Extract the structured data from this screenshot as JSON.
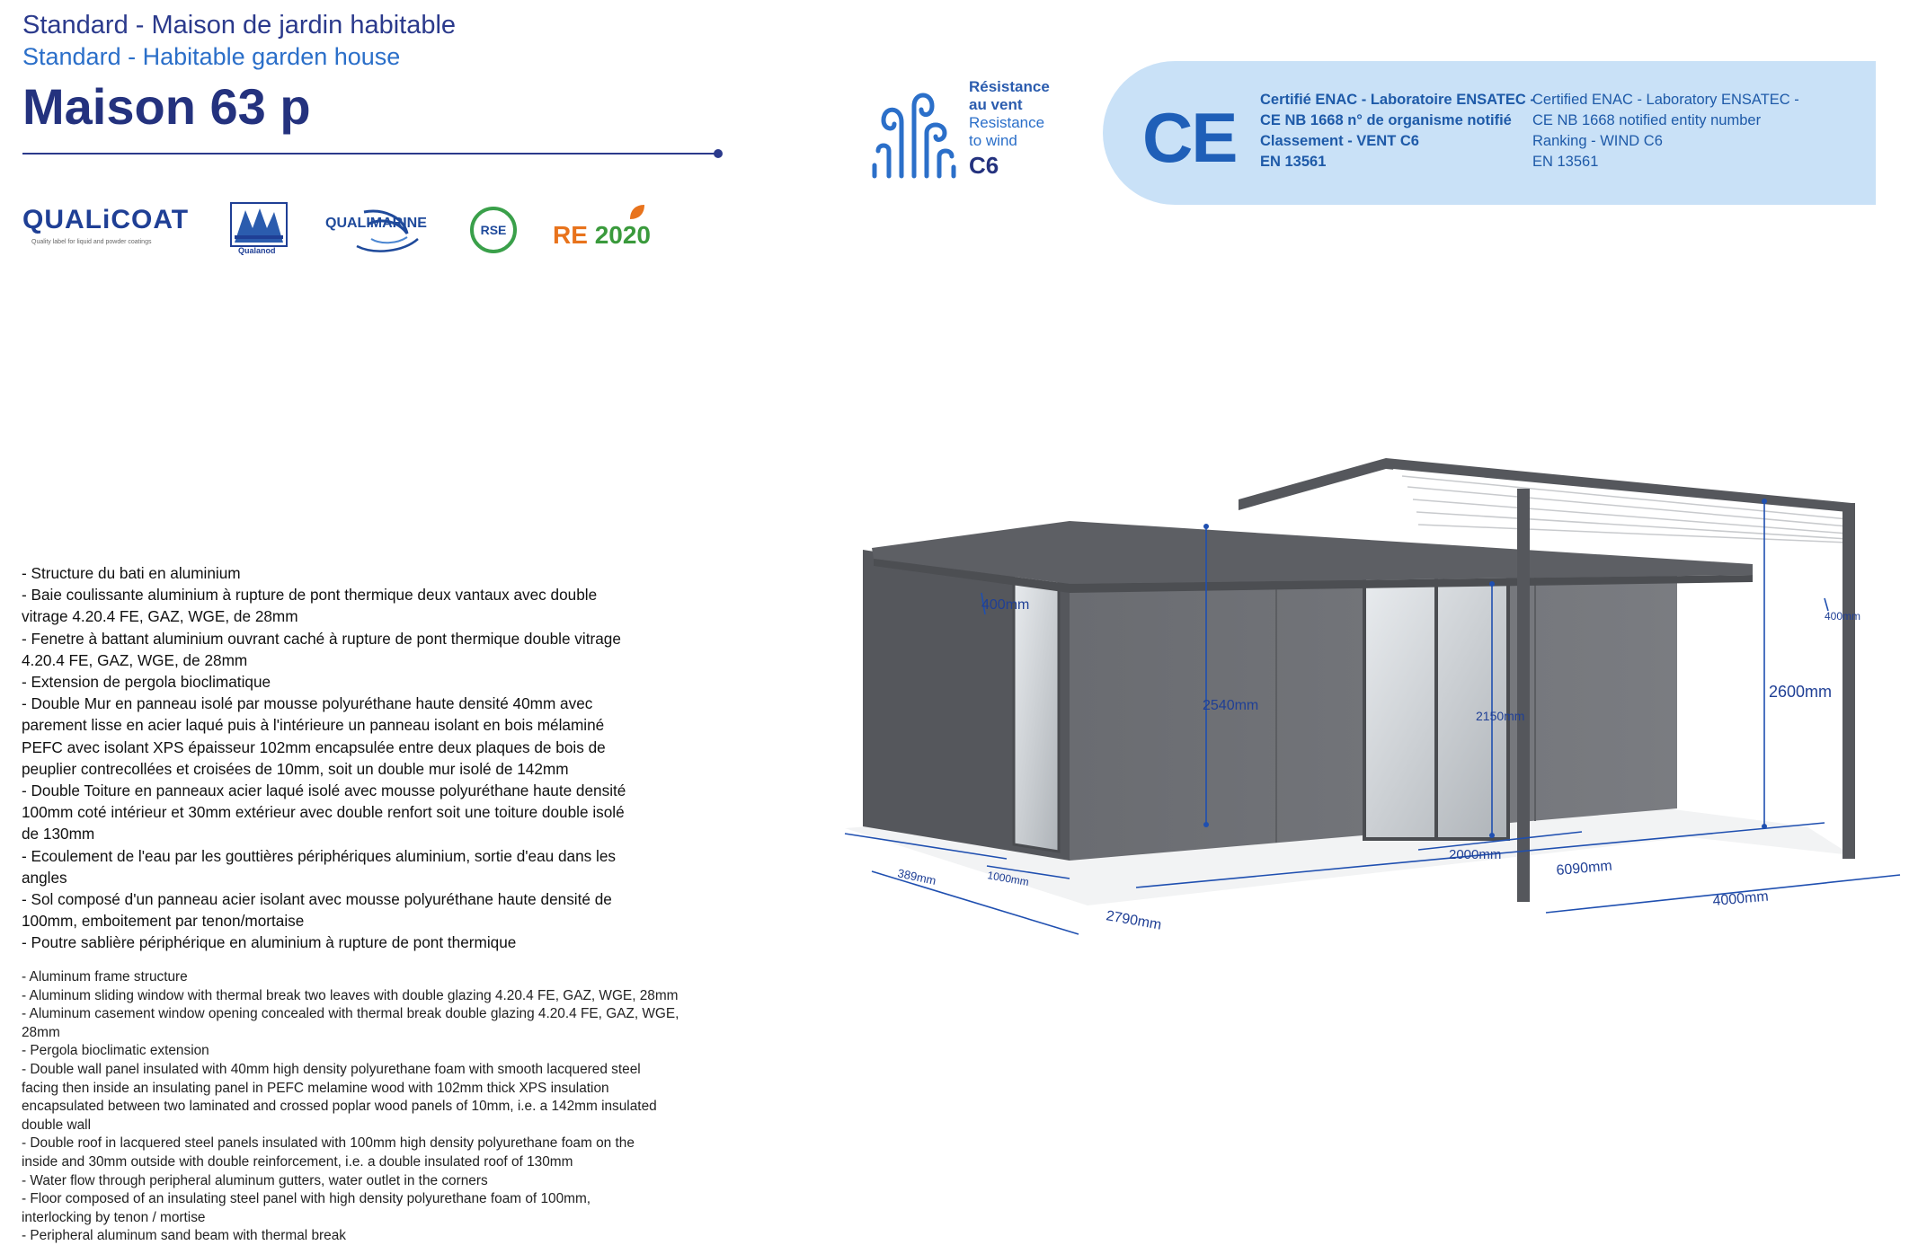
{
  "header": {
    "subtitle_fr": "Standard - Maison de jardin habitable",
    "subtitle_en": "Standard - Habitable garden house",
    "title": "Maison 63 p"
  },
  "logos": {
    "qualicoat": "QUALiCOAT",
    "qualicoat_sub": "Quality label for liquid and powder coatings",
    "qualanod": "Qualanod",
    "qualimarine": "QUALIMARINE",
    "rse": "RSE",
    "re_prefix": "RE",
    "re_year": "2020"
  },
  "wind": {
    "fr_line1": "Résistance",
    "fr_line2": "au vent",
    "en_line1": "Resistance",
    "en_line2": "to wind",
    "class": "C6"
  },
  "ce": {
    "mark": "CE",
    "fr_line1": "Certifié ENAC - Laboratoire ENSATEC -",
    "fr_line2": "CE NB 1668 n° de organisme notifié",
    "fr_line3": "Classement - VENT C6",
    "fr_line4": "EN 13561",
    "en_line1": "Certified ENAC - Laboratory ENSATEC -",
    "en_line2": "CE NB 1668 notified entity number",
    "en_line3": "Ranking - WIND C6",
    "en_line4": "EN 13561"
  },
  "features_fr": [
    "- Structure du bati en aluminium",
    "- Baie coulissante aluminium à rupture de pont thermique  deux vantaux avec double",
    "vitrage 4.20.4 FE, GAZ, WGE, de 28mm",
    "- Fenetre à battant aluminium ouvrant caché à rupture de pont thermique double vitrage",
    "4.20.4 FE, GAZ, WGE, de 28mm",
    "- Extension de pergola bioclimatique",
    "- Double Mur en panneau isolé par mousse polyuréthane haute densité 40mm avec",
    "parement  lisse en acier  laqué puis à l'intérieure un panneau isolant en bois mélaminé",
    "PEFC avec isolant XPS épaisseur 102mm encapsulée entre deux plaques de bois de",
    "peuplier contrecollées et croisées de 10mm, soit un double mur isolé de 142mm",
    "- Double Toiture en panneaux acier laqué isolé avec mousse polyuréthane haute densité",
    "100mm coté intérieur et 30mm extérieur avec double renfort  soit une toiture double isolé",
    "de 130mm",
    "- Ecoulement de l'eau par les gouttières périphériques aluminium, sortie d'eau dans les",
    "angles",
    "- Sol composé d'un panneau acier isolant avec mousse polyuréthane haute densité de",
    "100mm, emboitement par tenon/mortaise",
    "- Poutre sablière périphérique en aluminium à rupture de pont thermique"
  ],
  "features_en": [
    "- Aluminum frame structure",
    "- Aluminum sliding window with thermal break two leaves with double glazing 4.20.4 FE, GAZ, WGE, 28mm",
    "- Aluminum casement window opening concealed with thermal break double glazing 4.20.4 FE, GAZ, WGE,",
    "28mm",
    "- Pergola bioclimatic extension",
    "- Double wall panel insulated with 40mm high density polyurethane foam with smooth lacquered steel",
    "facing then inside an insulating panel in PEFC melamine wood with 102mm thick XPS insulation",
    "encapsulated between two laminated and crossed poplar wood panels of 10mm, i.e. a 142mm insulated",
    "double wall",
    "- Double roof in lacquered steel panels insulated with 100mm high density polyurethane foam on the",
    "inside and 30mm outside with double reinforcement, i.e. a double insulated roof of 130mm",
    "- Water flow through peripheral aluminum gutters, water outlet in the corners",
    "- Floor composed of an insulating steel panel with high density polyurethane foam of 100mm,",
    "interlocking by tenon / mortise",
    "- Peripheral aluminum sand beam with thermal break"
  ],
  "dimensions": {
    "window_width": "400mm",
    "door_height": "2150mm",
    "wall_height": "2540mm",
    "pergola_height": "2600mm",
    "pergola_window": "400mm",
    "door_width": "2000mm",
    "depth_small": "1000mm",
    "side_depth": "389mm",
    "house_width": "2790mm",
    "total_length": "6090mm",
    "pergola_width": "4000mm"
  },
  "colors": {
    "title_navy": "#24327e",
    "accent_blue": "#2b6fc9",
    "ce_banner": "#c9e1f7",
    "house_grey": "#6e7075",
    "dim_blue": "#1f4fb0"
  }
}
